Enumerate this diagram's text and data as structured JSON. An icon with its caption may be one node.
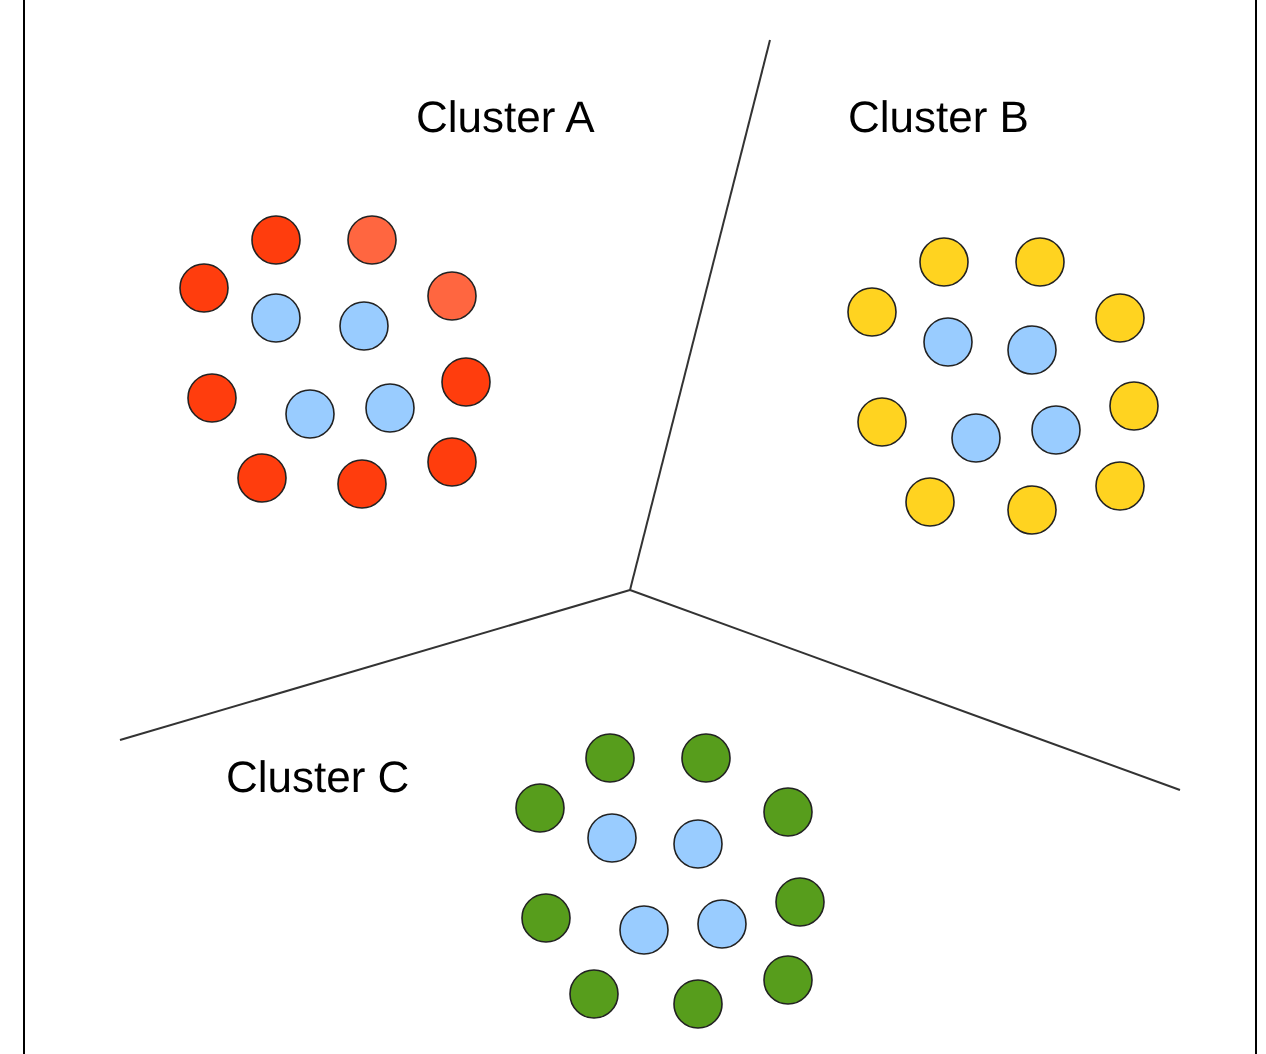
{
  "diagram": {
    "labels": [
      "Cluster A",
      "Cluster B",
      "Cluster C"
    ]
  }
}
